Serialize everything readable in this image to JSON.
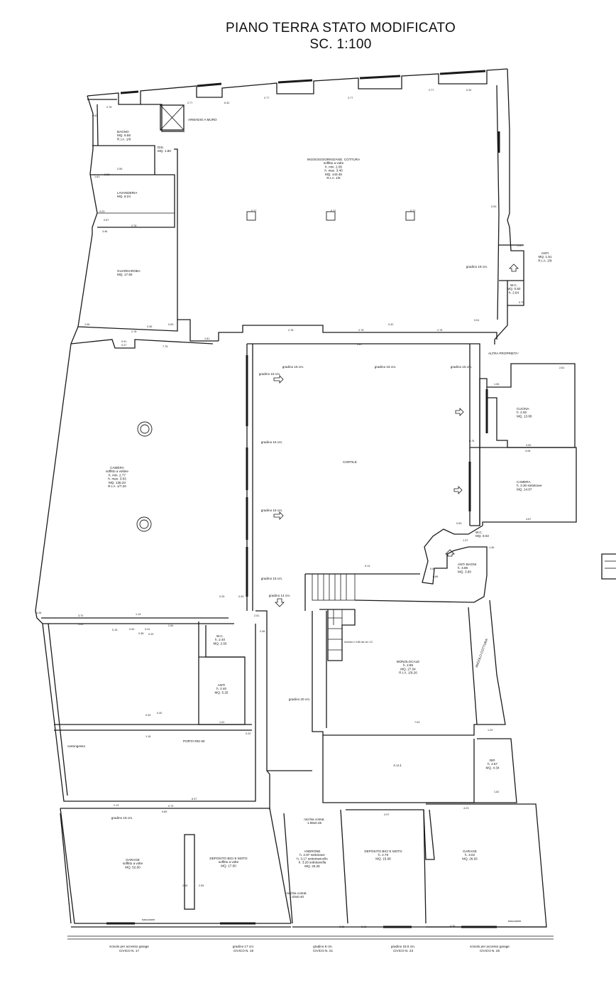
{
  "title": "PIANO TERRA STATO MODIFICATO",
  "scale": "SC. 1:100",
  "rooms": [
    {
      "id": "bagno",
      "lines": [
        "BAGNO",
        "MQ. 6.58",
        "R.I.A. 1/9"
      ]
    },
    {
      "id": "lavanderia",
      "lines": [
        "LAVANDERIA",
        "MQ. 8.24"
      ]
    },
    {
      "id": "dis",
      "lines": [
        "DIS.",
        "MQ. 1.80"
      ]
    },
    {
      "id": "guardaroba",
      "lines": [
        "GUARDAROBA",
        "MQ. 17.50"
      ]
    },
    {
      "id": "ing",
      "lines": [
        "ING/SOGGIORNO/ANG. COTTURA",
        "soffitto a volte",
        "h. min. 2.05",
        "h. max. 3.40",
        "MQ. 143.45",
        "R.I.A. 1/6"
      ]
    },
    {
      "id": "armadio",
      "lines": [
        "ARMADIO A MURO"
      ]
    },
    {
      "id": "anti1",
      "lines": [
        "ANTI",
        "MQ. 1.51",
        "R.I.A. 1/8"
      ]
    },
    {
      "id": "wc1",
      "lines": [
        "W.C.",
        "MQ. 0.82",
        "h. 2.64"
      ]
    },
    {
      "id": "camera1",
      "lines": [
        "CAMERA",
        "soffitto a voltine",
        "h. min. 2.77",
        "h. max. 3.83",
        "MQ. 136.23",
        "R.I.A. 1/7.20"
      ]
    },
    {
      "id": "cortile",
      "lines": [
        "CORTILE"
      ]
    },
    {
      "id": "cucina",
      "lines": [
        "CUCINA",
        "h. 2.92",
        "MQ. 13.80"
      ]
    },
    {
      "id": "camera2",
      "lines": [
        "CAMERA",
        "h. 3.30 sottotrave",
        "MQ. 14.67"
      ]
    },
    {
      "id": "wc2",
      "lines": [
        "W.C.",
        "MQ. 8.02"
      ]
    },
    {
      "id": "antibagni",
      "lines": [
        "ANTI BAGNI",
        "h. 3.86",
        "MQ. 3.90"
      ]
    },
    {
      "id": "altra",
      "lines": [
        "ALTRA PROPRIETA'"
      ]
    },
    {
      "id": "wc3",
      "lines": [
        "W.C.",
        "h. 2.40",
        "MQ. 2.50"
      ]
    },
    {
      "id": "anti2",
      "lines": [
        "ANTI",
        "h. 2.40",
        "MQ. 5.25"
      ]
    },
    {
      "id": "monolocale",
      "lines": [
        "MONOLOCALE",
        "h. 2.85",
        "MQ. 27.04",
        "R.I.A. 1/9.26"
      ]
    },
    {
      "id": "angolo",
      "lines": [
        "ANGOLO COTTURA"
      ]
    },
    {
      "id": "au1",
      "lines": [
        "A.U.1"
      ]
    },
    {
      "id": "rip",
      "lines": [
        "RIP.",
        "h. 2.57",
        "MQ. 4.34"
      ]
    },
    {
      "id": "cartongesso",
      "lines": [
        "cartongesso"
      ]
    },
    {
      "id": "portarei",
      "lines": [
        "PORTA REI 60"
      ]
    },
    {
      "id": "garage1",
      "lines": [
        "GARAGE",
        "soffitto a volte",
        "MQ. 52.00"
      ]
    },
    {
      "id": "deposito1",
      "lines": [
        "DEPOSITO BICI E MOTO",
        "soffitto a volte",
        "MQ. 17.00"
      ]
    },
    {
      "id": "androne",
      "lines": [
        "ANDRONE",
        "h. 2.97 sottotrave",
        "h. 3.17 sottotravicello",
        "h. 3.26 sottotavella",
        "MQ. 33.26"
      ]
    },
    {
      "id": "deposito2",
      "lines": [
        "DEPOSITO BICI E MOTO",
        "h. 2.79",
        "MQ. 15.68"
      ]
    },
    {
      "id": "garage2",
      "lines": [
        "GARAGE",
        "h. 3.02",
        "MQ. 26.93"
      ]
    },
    {
      "id": "nicchia1",
      "lines": [
        "nicchia contat.",
        "1.08x0.25"
      ]
    },
    {
      "id": "nicchia2",
      "lines": [
        "nicchia contat.",
        "1.03x0.40"
      ]
    }
  ],
  "steps": [
    {
      "id": "g1",
      "text": "gradino 15 cm."
    },
    {
      "id": "g2",
      "text": "gradino 15 cm."
    },
    {
      "id": "g3",
      "text": "gradino 15 cm."
    },
    {
      "id": "g4",
      "text": "gradino 15 cm."
    },
    {
      "id": "g5",
      "text": "gradino 15 cm."
    },
    {
      "id": "g6",
      "text": "gradino 15 cm."
    },
    {
      "id": "g7",
      "text": "gradino 15 cm."
    },
    {
      "id": "g8",
      "text": "gradino 14 cm."
    },
    {
      "id": "g9",
      "text": "gradino 20 cm."
    },
    {
      "id": "g10",
      "text": "gradino 18 cm."
    },
    {
      "id": "g11",
      "text": "gradino 18 cm."
    }
  ],
  "misc": {
    "rampa": "Innesto h 180 da cm 13",
    "basculante1": "basculante",
    "basculante2": "basculante"
  },
  "entrances": [
    {
      "id": "e1",
      "lines": [
        "scivolo per accesso garage",
        "CIVICO N. 17"
      ]
    },
    {
      "id": "e2",
      "lines": [
        "gradino 17 cm.",
        "CIVICO N. 19"
      ]
    },
    {
      "id": "e3",
      "lines": [
        "gradino 8 cm.",
        "CIVICO N. 21"
      ]
    },
    {
      "id": "e4",
      "lines": [
        "gradino 15.5 cm.",
        "CIVICO N. 23"
      ]
    },
    {
      "id": "e5",
      "lines": [
        "scivolo per accesso garage",
        "CIVICO N. 25"
      ]
    }
  ],
  "dimensions": [
    "2.78",
    "2.77",
    "6.42",
    "2.77",
    "2.77",
    "2.77",
    "0.32",
    "0.63",
    "2.68",
    "2.59",
    "1.81",
    "0.23",
    "0.67",
    "3.46",
    "2.78",
    "1.06",
    "2.78",
    "0.36",
    "0.53",
    "0.91",
    "0.27",
    "7.76",
    "1.81",
    "2.78",
    "9.87",
    "2.78",
    "2.78",
    "0.32",
    "0.51",
    "0.53",
    "0.77",
    "0.77",
    "0.77",
    "2.57",
    "0.75",
    "5.13",
    "1.06",
    "2.81",
    "3.50",
    "4.08",
    "0.75",
    "4.67",
    "0.54",
    "1.37",
    "1.36",
    "0.67",
    "0.86",
    "0.26",
    "3.70",
    "3.63",
    "1.13",
    "0.15",
    "0.40",
    "0.41",
    "0.38",
    "0.29",
    "2.84",
    "0.25",
    "0.39",
    "2.51",
    "2.46",
    "0.34",
    "0.40",
    "1.02",
    "0.20",
    "1.16",
    "8.37",
    "2.13",
    "0.79",
    "9.89",
    "4.23",
    "2.97",
    "7.03",
    "1.62",
    "1.29",
    "2.65",
    "5.16",
    "4.36",
    "2.59",
    "2.59"
  ],
  "icons": [
    "section-arrow-icon",
    "column-circle-icon",
    "window-icon",
    "staircase-icon"
  ],
  "colors": {
    "line": "#1a1a1a",
    "background": "#ffffff"
  }
}
